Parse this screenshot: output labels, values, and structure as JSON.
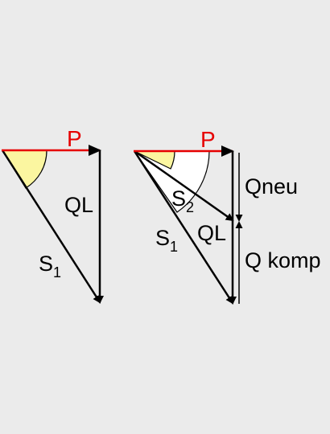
{
  "colors": {
    "background": "#ebebeb",
    "active_power": "#e60000",
    "vectors": "#000000",
    "angle_phi1": "#fbf6a0",
    "angle_phi2": "#ffffff"
  },
  "left_diagram": {
    "p_label": "P",
    "ql_label": "QL",
    "s1_label": "S",
    "s1_sub": "1"
  },
  "right_diagram": {
    "p_label": "P",
    "s2_label": "S",
    "s2_sub": "2",
    "s1_label": "S",
    "s1_sub": "1",
    "ql_label": "QL",
    "qneu_label": "Qneu",
    "qkomp_label": "Q komp"
  }
}
